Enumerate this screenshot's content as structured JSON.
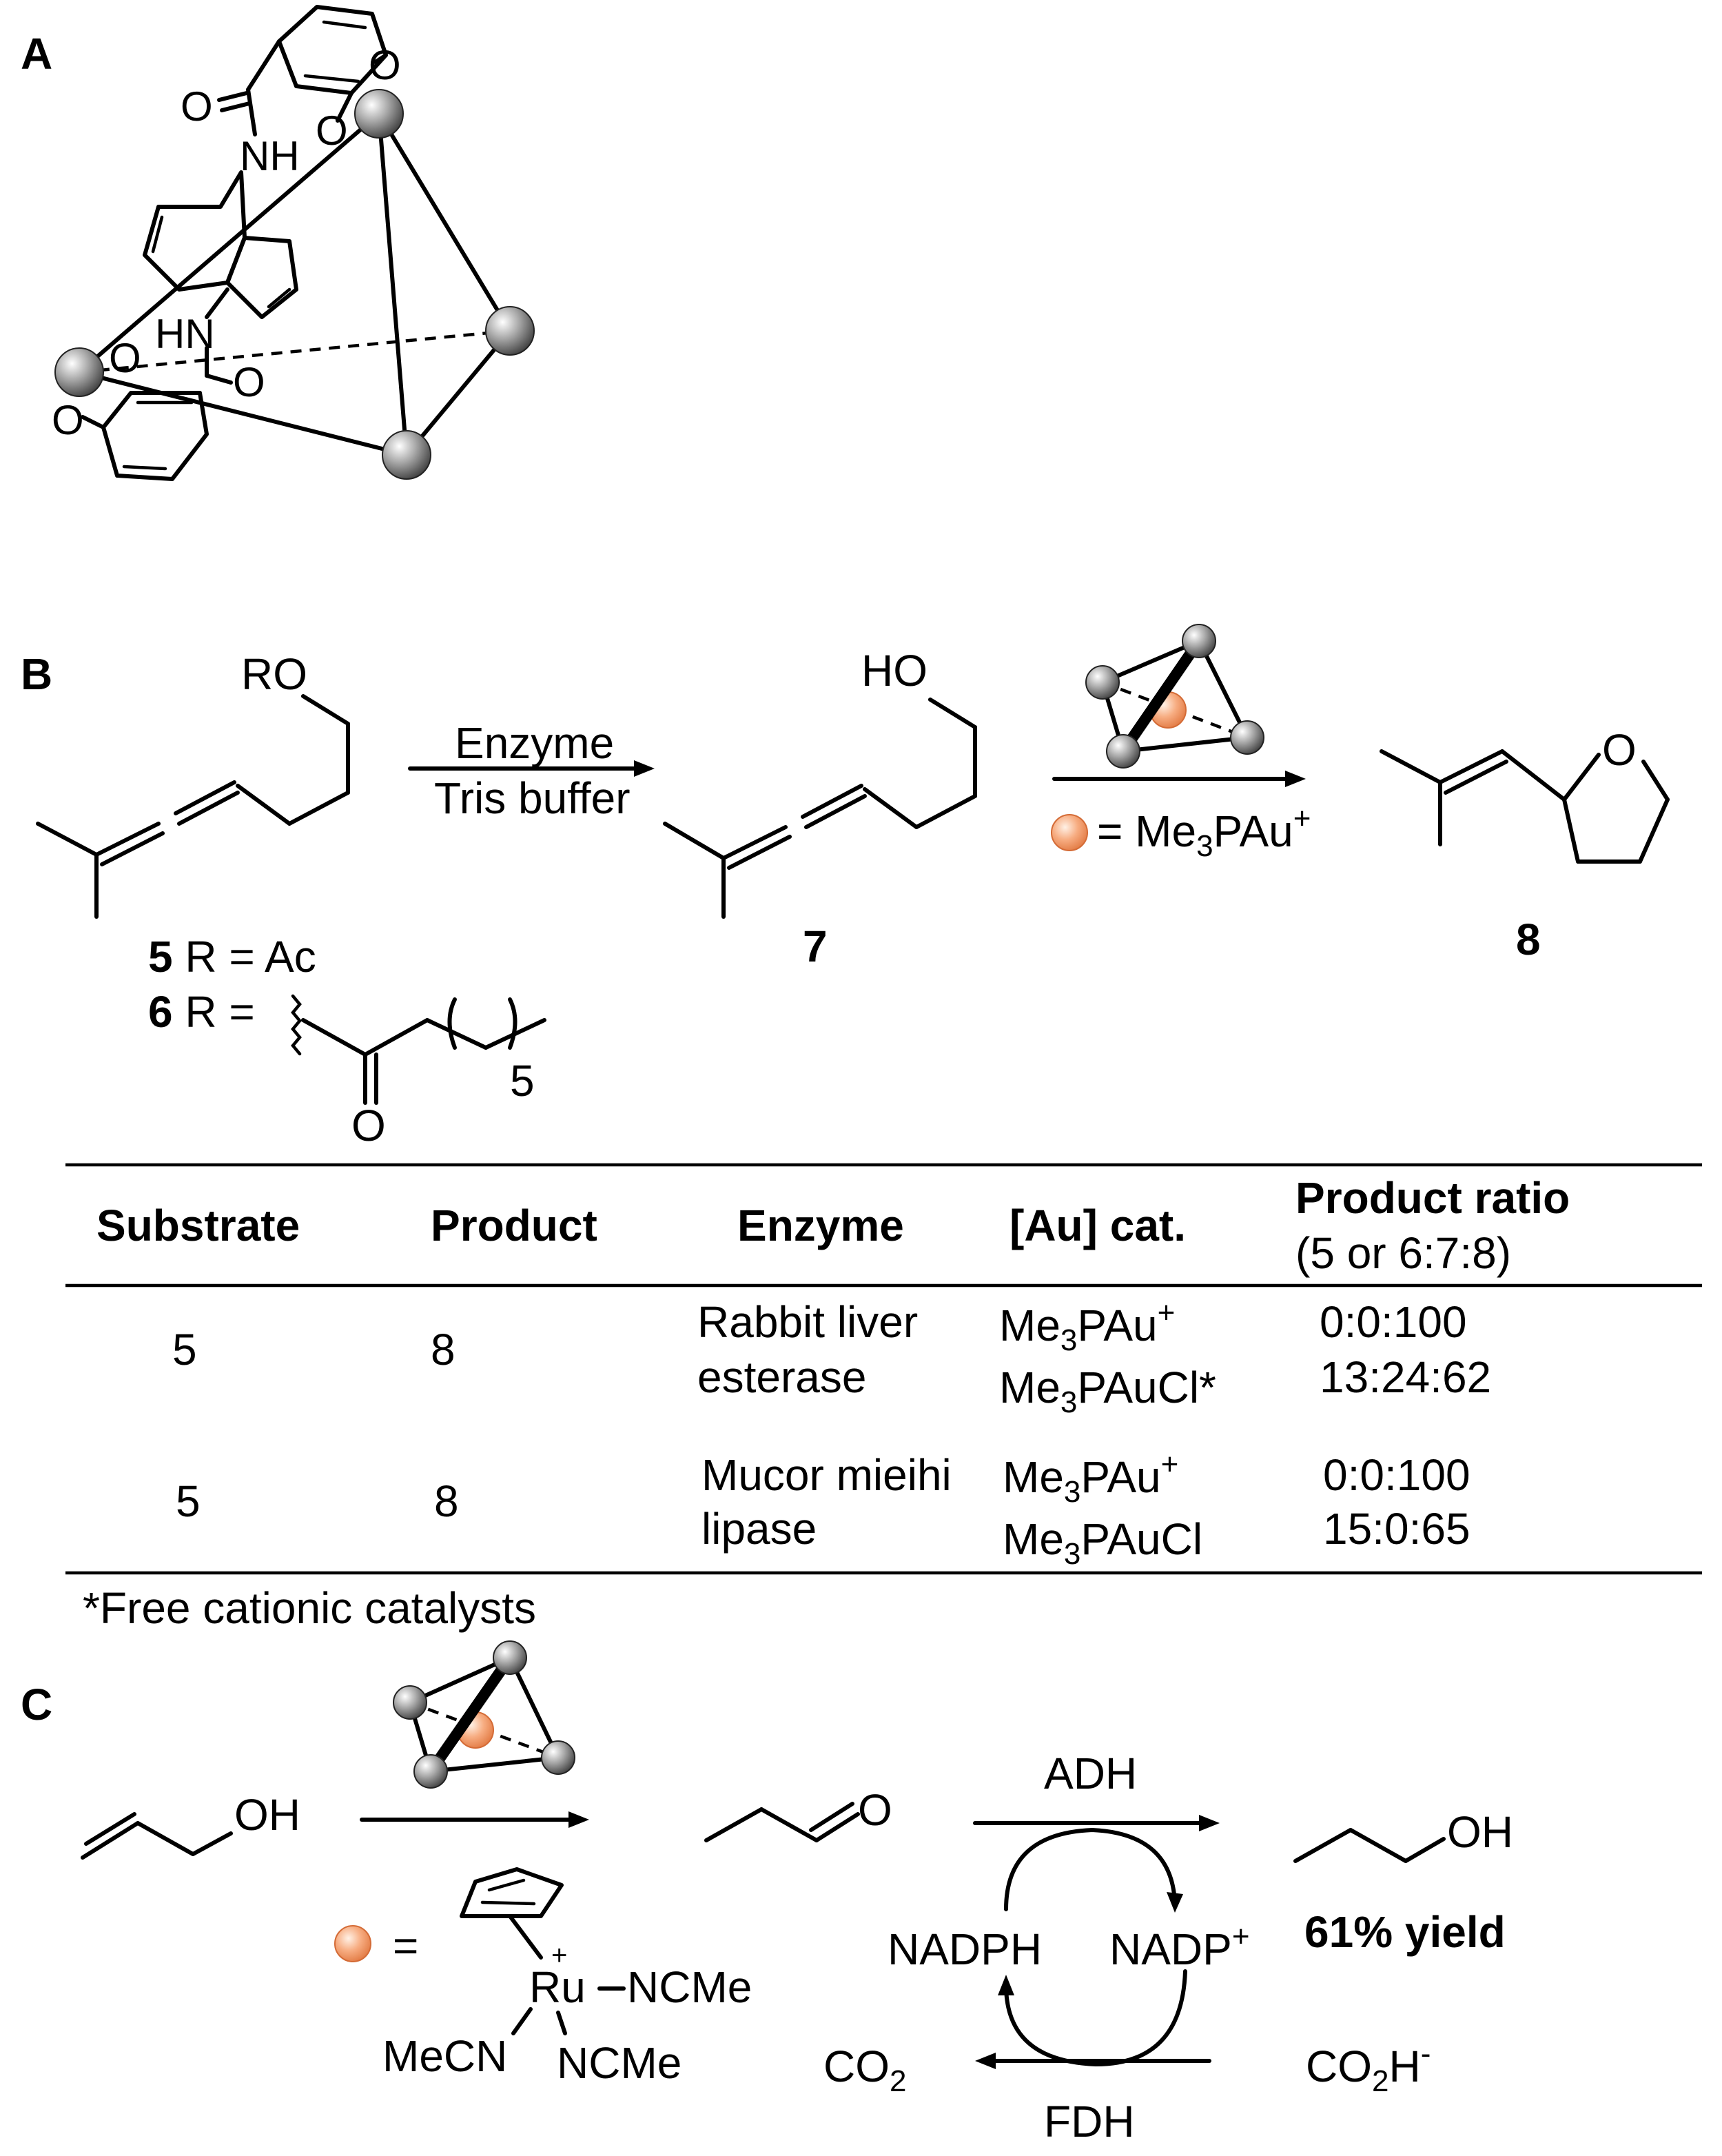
{
  "panels": {
    "a": "A",
    "b": "B",
    "c": "C"
  },
  "panel_a": {
    "atoms": {
      "o1": "O",
      "o2": "O",
      "o_carbonyl1": "O",
      "nh": "NH",
      "hn": "HN",
      "o_carbonyl2": "O",
      "o3": "O",
      "o4": "O"
    }
  },
  "panel_b": {
    "ro": "RO",
    "ho": "HO",
    "o_ring": "O",
    "arrow1_top": "Enzyme",
    "arrow1_bottom": "Tris buffer",
    "legend_eq": "= Me",
    "legend_sub": "3",
    "legend_rest": "PAu",
    "legend_sup": "+",
    "cmpd5_num": "5",
    "cmpd5_rest": " R = Ac",
    "cmpd6_num": "6",
    "cmpd6_rest": " R =",
    "chain_sub": "5",
    "chain_o": "O",
    "label7": "7",
    "label8": "8"
  },
  "table": {
    "headers": [
      "Substrate",
      "Product",
      "Enzyme",
      "[Au] cat.",
      "Product ratio"
    ],
    "ratio_sub": "(5 or 6:7:8)",
    "rows": [
      {
        "substrate": "5",
        "product": "8",
        "enzyme": [
          "Rabbit liver",
          "esterase"
        ],
        "cat1": {
          "a": "Me",
          "sub": "3",
          "b": "PAu",
          "sup": "+"
        },
        "cat2": {
          "a": "Me",
          "sub": "3",
          "b": "PAuCl*",
          "sup": ""
        },
        "ratio": [
          "0:0:100",
          "13:24:62"
        ]
      },
      {
        "substrate": "5",
        "product": "8",
        "enzyme": [
          "Mucor mieihi",
          "lipase"
        ],
        "cat1": {
          "a": "Me",
          "sub": "3",
          "b": "PAu",
          "sup": "+"
        },
        "cat2": {
          "a": "Me",
          "sub": "3",
          "b": "PAuCl",
          "sup": ""
        },
        "ratio": [
          "0:0:100",
          "15:0:65"
        ]
      }
    ],
    "footnote": "*Free cationic catalysts"
  },
  "panel_c": {
    "oh1": "OH",
    "o_ald": "O",
    "oh2": "OH",
    "adh": "ADH",
    "fdh": "FDH",
    "nadph": "NADPH",
    "nadp": "NADP",
    "nadp_sup": "+",
    "yield": "61% yield",
    "co2": "CO",
    "co2_sub": "2",
    "formate_a": "CO",
    "formate_sub": "2",
    "formate_b": "H",
    "formate_sup": "-",
    "equals": "=",
    "ru": "Ru",
    "ru_sup": "+",
    "ncme1": "NCMe",
    "ncme2": "NCMe",
    "mecn": "MeCN"
  },
  "colors": {
    "ink": "#000000",
    "guest_orange": "#f39a6b",
    "sphere_gray": "#8a8a8a"
  }
}
